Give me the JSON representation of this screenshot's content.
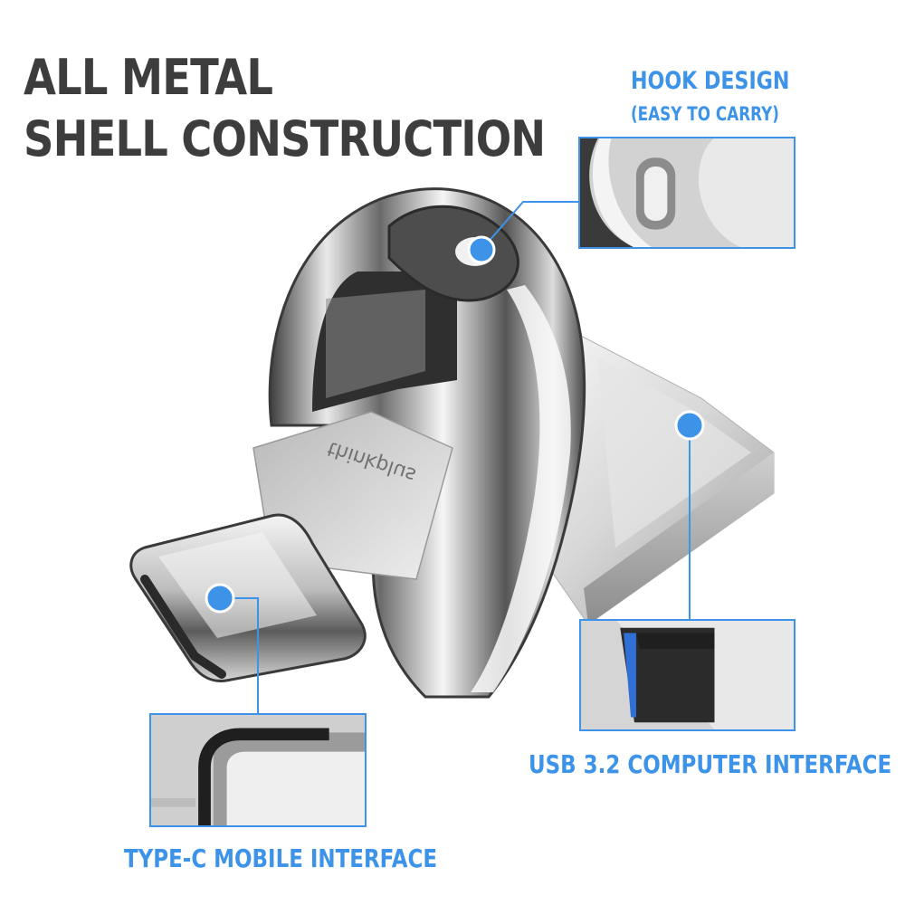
{
  "headline": {
    "line1": "ALL METAL",
    "line2": "SHELL CONSTRUCTION"
  },
  "callouts": {
    "hook": {
      "title": "HOOK DESIGN",
      "subtitle": "(EASY TO CARRY)"
    },
    "usb": {
      "title": "USB 3.2 COMPUTER INTERFACE"
    },
    "typec": {
      "title": "TYPE-C MOBILE INTERFACE"
    }
  },
  "product": {
    "engraving": "thinkplus"
  },
  "colors": {
    "accent": "#3c93e8",
    "headline": "#3d3d3d",
    "metal_dark": "#4a4a4a",
    "metal_light": "#f2f2f2",
    "usb_port_blue": "#2f6fd6",
    "background": "#ffffff"
  }
}
